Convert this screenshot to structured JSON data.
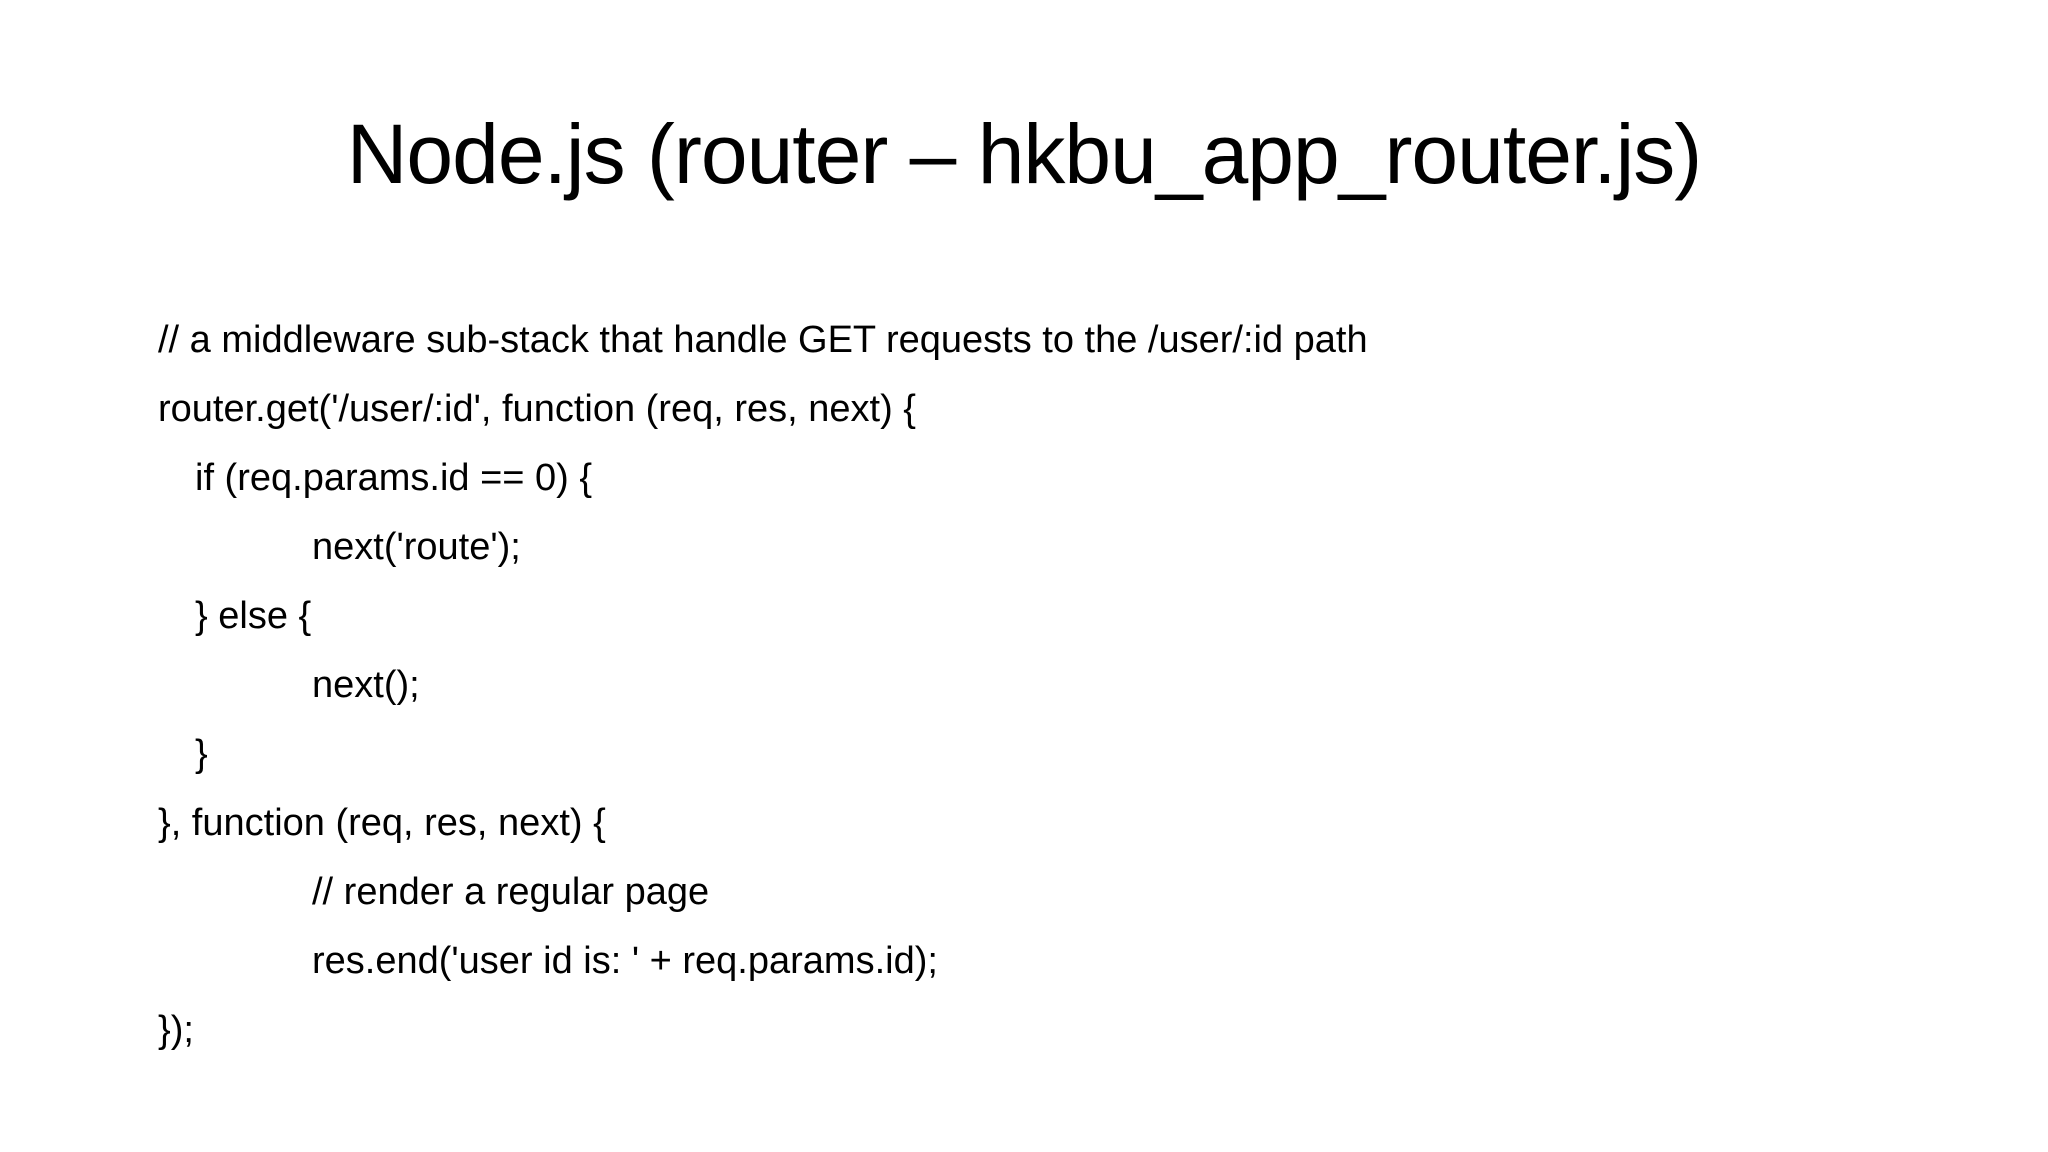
{
  "slide": {
    "title": "Node.js (router – hkbu_app_router.js)"
  },
  "code": {
    "lines": [
      {
        "indent": 0,
        "text": "// a middleware sub-stack that handle GET requests to the /user/:id path"
      },
      {
        "indent": 0,
        "text": "router.get('/user/:id', function (req, res, next) {"
      },
      {
        "indent": 1,
        "text": "if (req.params.id == 0) {"
      },
      {
        "indent": 2,
        "text": "next('route');"
      },
      {
        "indent": 1,
        "text": "} else {"
      },
      {
        "indent": 2,
        "text": "next();"
      },
      {
        "indent": 1,
        "text": "}"
      },
      {
        "indent": 0,
        "text": "}, function (req, res, next) {"
      },
      {
        "indent": 2,
        "text": "// render a regular page"
      },
      {
        "indent": 2,
        "text": "res.end('user id is: ' + req.params.id);"
      },
      {
        "indent": 0,
        "text": "});"
      }
    ]
  },
  "colors": {
    "background": "#ffffff",
    "text": "#000000"
  }
}
